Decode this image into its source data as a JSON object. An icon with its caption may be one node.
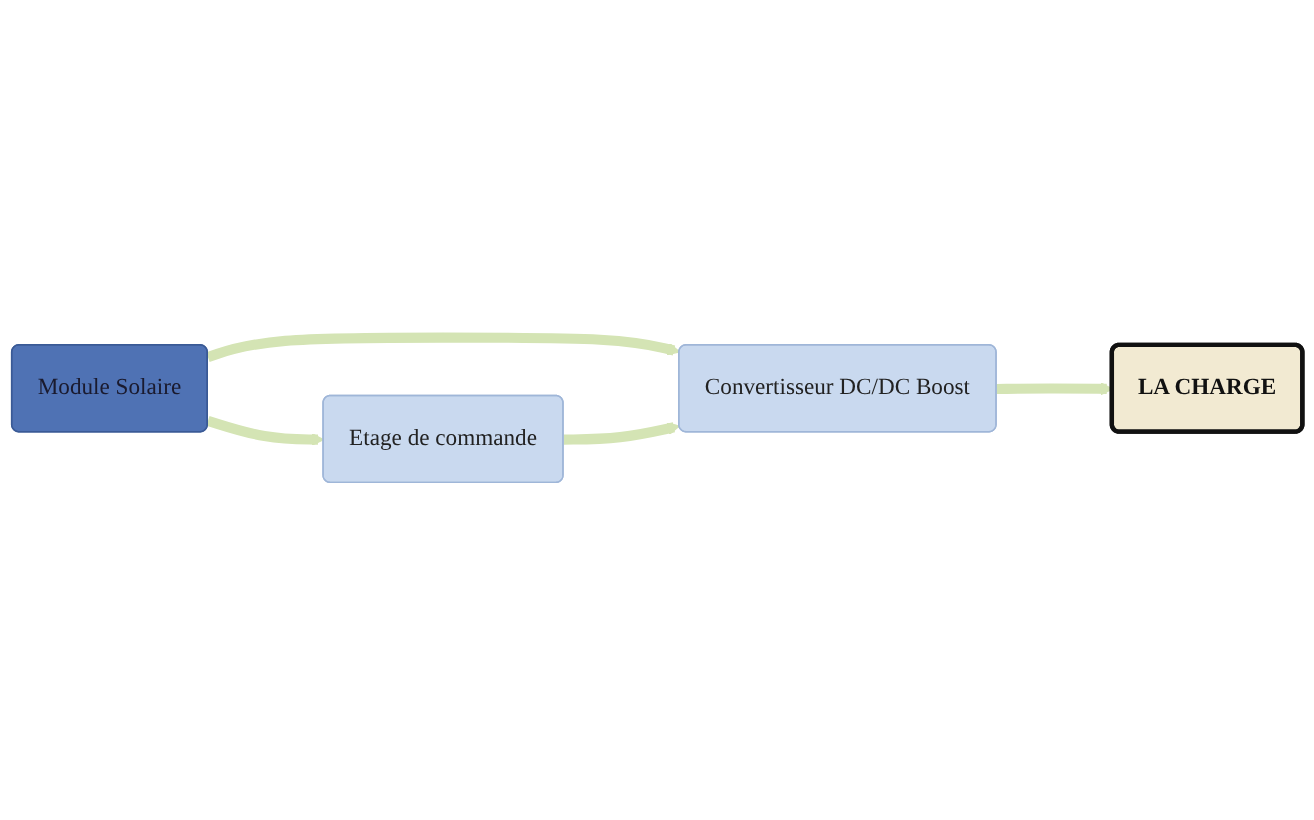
{
  "diagram": {
    "nodes": [
      {
        "text": [
          "Module Solaire"
        ]
      },
      {
        "text": [
          "Convertisseur DC/DC Boost"
        ]
      },
      {
        "text": [
          "LA CHARGE"
        ]
      },
      {
        "text": [
          "Etage de commande"
        ]
      }
    ],
    "edges": [
      {
        "from": 0,
        "to": 1,
        "arrow": "to"
      },
      {
        "from": 1,
        "to": 2,
        "arrow": "to"
      },
      {
        "from": 0,
        "to": 3,
        "arrow": "to"
      },
      {
        "from": 3,
        "to": 1,
        "arrow": "to"
      }
    ]
  }
}
